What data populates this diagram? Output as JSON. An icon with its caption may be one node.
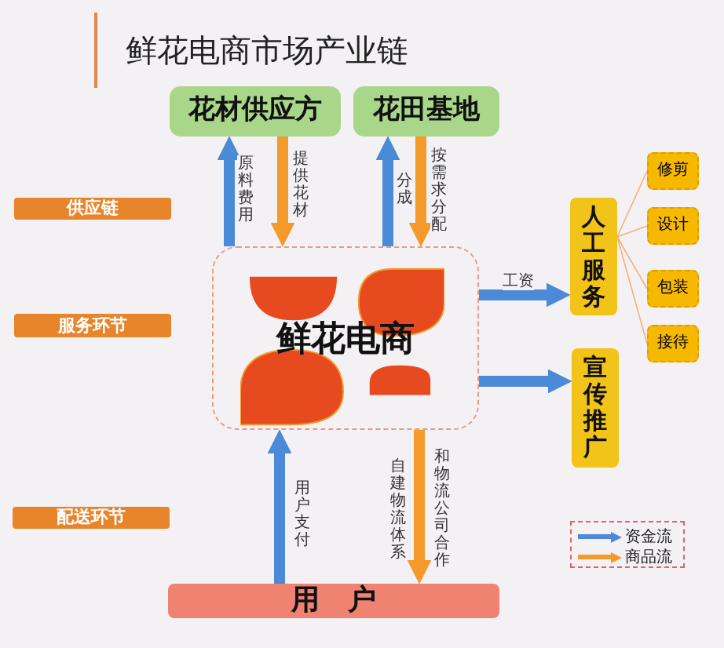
{
  "diagram": {
    "title": "鲜花电商市场产业链",
    "nodes": [
      {
        "text": [
          "花材供应方"
        ]
      },
      {
        "text": [
          "花田基地"
        ]
      },
      {
        "text": [
          "鲜花电商"
        ]
      },
      {
        "text": [
          "人工服务"
        ]
      },
      {
        "text": [
          "修剪"
        ]
      },
      {
        "text": [
          "设计"
        ]
      },
      {
        "text": [
          "包装"
        ]
      },
      {
        "text": [
          "接待"
        ]
      },
      {
        "text": [
          "宣传推广"
        ]
      },
      {
        "text": [
          "用　户"
        ]
      },
      {
        "text": [
          "供应链"
        ]
      },
      {
        "text": [
          "服务环节"
        ]
      },
      {
        "text": [
          "配送环节"
        ]
      }
    ],
    "edges": [
      {
        "from": 2,
        "to": 0,
        "arrow": "to",
        "label": "原料费用",
        "color": "#4a8ad6"
      },
      {
        "from": 0,
        "to": 2,
        "arrow": "to",
        "label": "提供花材",
        "color": "#f39a2b"
      },
      {
        "from": 2,
        "to": 1,
        "arrow": "to",
        "label": "分成",
        "color": "#4a8ad6"
      },
      {
        "from": 1,
        "to": 2,
        "arrow": "to",
        "label": "按需求分配",
        "color": "#f39a2b"
      },
      {
        "from": 2,
        "to": 3,
        "arrow": "to",
        "label": "工资",
        "color": "#4a8ad6"
      },
      {
        "from": 2,
        "to": 8,
        "arrow": "to",
        "color": "#4a8ad6"
      },
      {
        "from": 3,
        "to": 4,
        "arrow": "none",
        "color": "#f3b27a"
      },
      {
        "from": 3,
        "to": 5,
        "arrow": "none",
        "color": "#f3b27a"
      },
      {
        "from": 3,
        "to": 6,
        "arrow": "none",
        "color": "#f3b27a"
      },
      {
        "from": 3,
        "to": 7,
        "arrow": "none",
        "color": "#f3b27a"
      },
      {
        "from": 9,
        "to": 2,
        "arrow": "to",
        "label": "用户支付",
        "color": "#4a8ad6"
      },
      {
        "from": 2,
        "to": 9,
        "arrow": "to",
        "label": "自建物流体系",
        "color": "#f39a2b"
      }
    ],
    "labels": [
      "和物流公司合作"
    ],
    "legend": [
      {
        "text": "资金流",
        "color": "#4a8ad6"
      },
      {
        "text": "商品流",
        "color": "#f39a2b"
      }
    ]
  }
}
